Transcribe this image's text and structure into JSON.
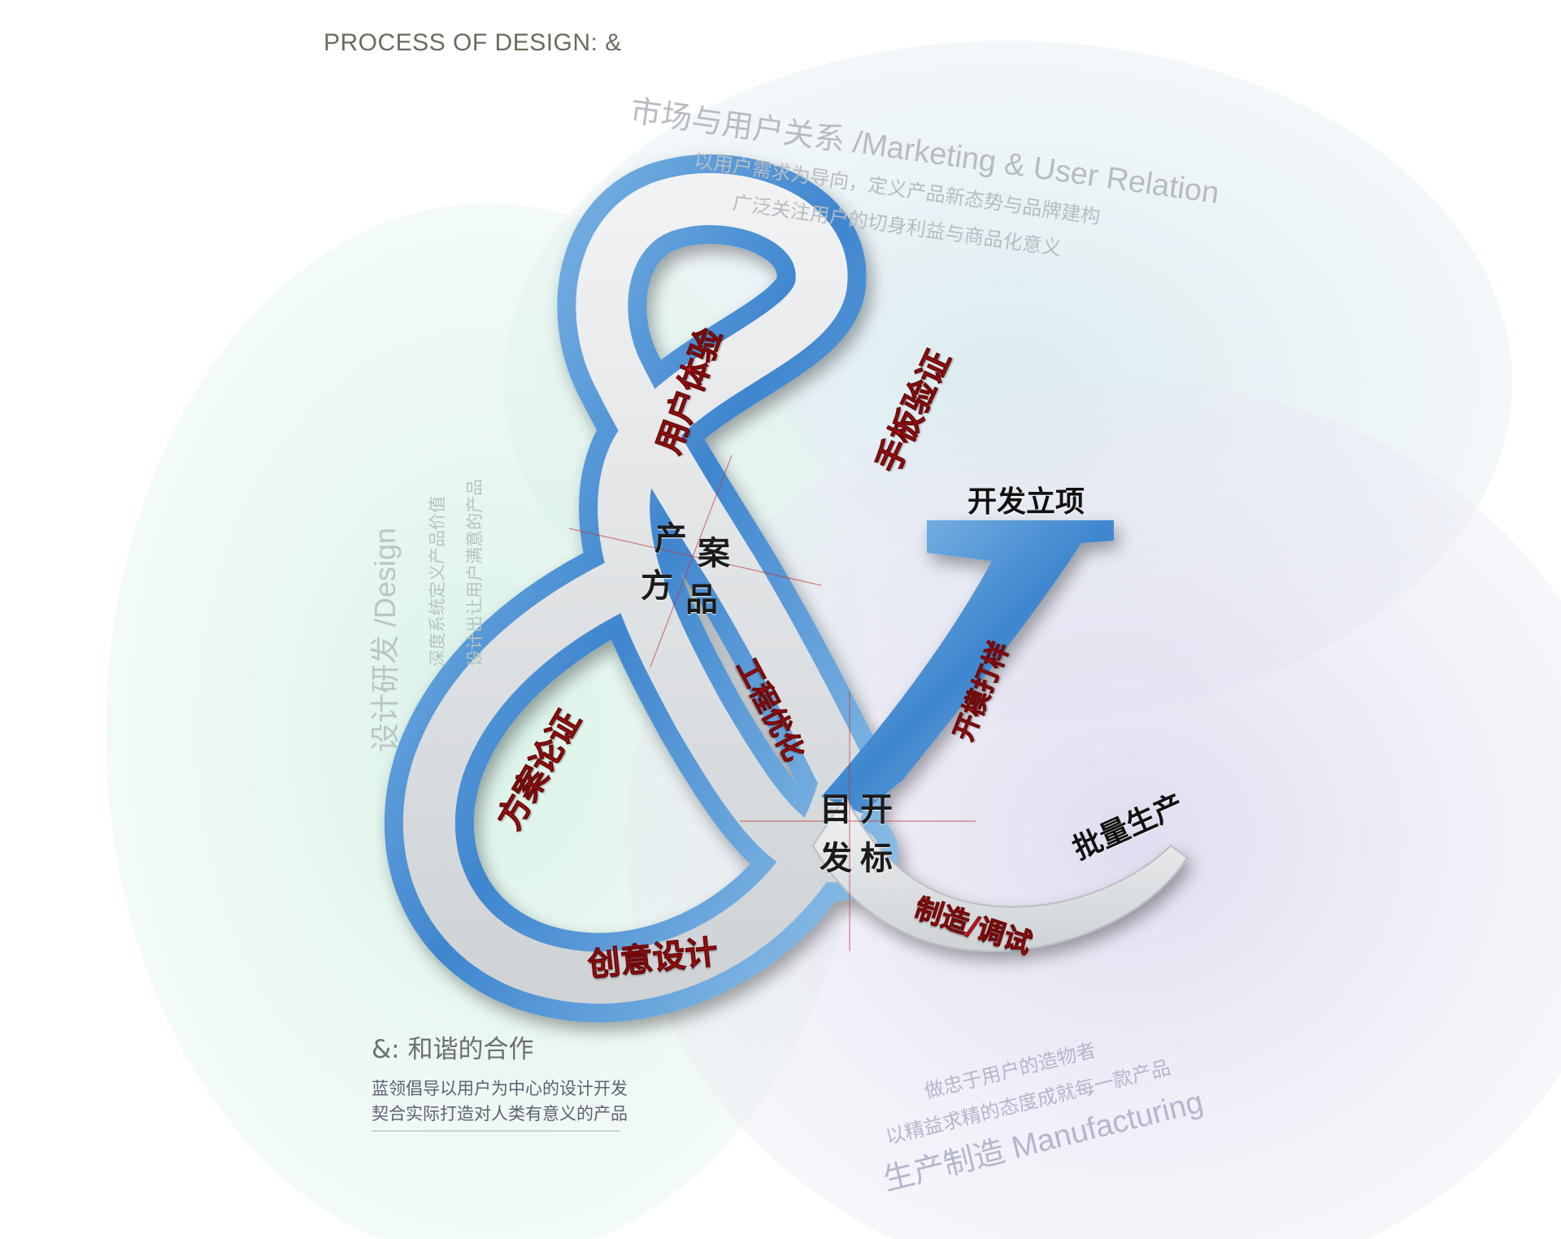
{
  "header": {
    "title": "PROCESS OF DESIGN: &"
  },
  "market": {
    "title": "市场与用户关系 /Marketing & User Relation",
    "line1": "以用户需求为导向，定义产品新态势与品牌建构",
    "line2": "广泛关注用户的切身利益与商品化意义"
  },
  "design": {
    "title": "设计研发 /Design",
    "line1": "深度系统定义产品价值",
    "line2": "设计出让用户满意的产品"
  },
  "manufacturing": {
    "line1": "做忠于用户的造物者",
    "line2": "以精益求精的态度成就每一款产品",
    "title": "生产制造  Manufacturing"
  },
  "harmony": {
    "title": "&: 和谐的合作",
    "line1": "蓝领倡导以用户为中心的设计开发",
    "line2": "契合实际打造对人类有意义的产品"
  },
  "stages": {
    "project_start": "开发立项",
    "mass_production": "批量生产"
  },
  "roads": {
    "user_experience": "用户体验",
    "prototype_verification": "手板验证",
    "scheme_argument": "方案论证",
    "creative_design": "创意设计",
    "engineering_optimization": "工程优化",
    "mold_development": "开模打样",
    "manufacture_debug": "制造/调试"
  },
  "crossings": {
    "product_scheme": [
      "产",
      "案",
      "方",
      "品"
    ],
    "project_launch": [
      "目",
      "开",
      "发",
      "标"
    ]
  },
  "colors": {
    "circle_market": "#cfe3ea",
    "circle_design": "#cdeee0",
    "circle_manufacturing": "#dcd8ec",
    "road_blue": "#4f93d2",
    "road_top": "#e5e8ea",
    "label_red": "#c8141b"
  }
}
